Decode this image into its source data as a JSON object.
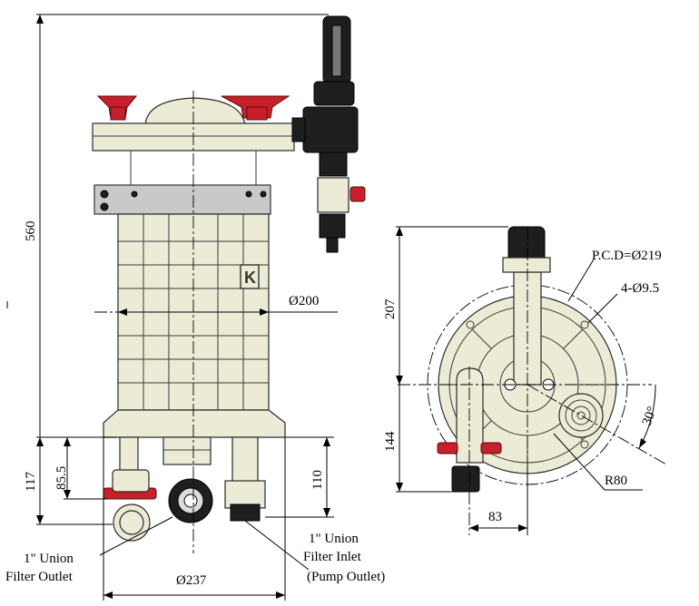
{
  "dimensions": {
    "overall_height": "560",
    "body_diameter": "Ø200",
    "base_diameter": "Ø237",
    "outlet_height": "117",
    "outlet_offset": "85.5",
    "inlet_height": "110",
    "top_view_height": "207",
    "top_view_lower": "144",
    "pcd": "P.C.D=Ø219",
    "holes": "4-Ø9.5",
    "angle": "30°",
    "radius": "R80",
    "offset_83": "83"
  },
  "callouts": {
    "outlet_line1": "1\" Union",
    "outlet_line2": "Filter Outlet",
    "inlet_line1": "1\" Union",
    "inlet_line2": "Filter Inlet",
    "inlet_line3": "(Pump Outlet)"
  },
  "logo_letter": "K",
  "colors": {
    "body": "#ecebd6",
    "handle": "#c8202a",
    "fitting": "#1e1e1e",
    "band": "#c9c9c9"
  }
}
